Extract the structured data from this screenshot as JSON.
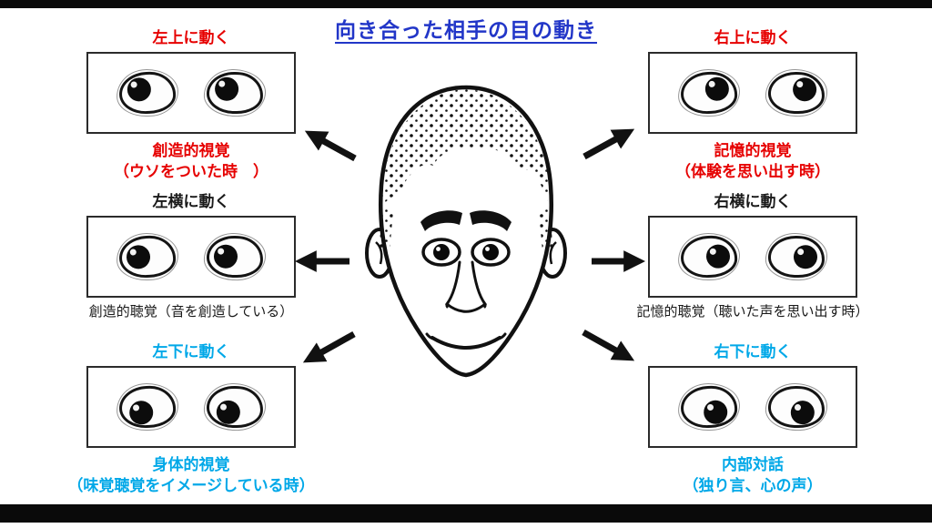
{
  "title": {
    "text": "向き合った相手の目の動き",
    "color": "#2236c8"
  },
  "colors": {
    "red": "#e60000",
    "black": "#1a1a1a",
    "cyan": "#00a8e8",
    "title_blue": "#2236c8",
    "line": "#111111"
  },
  "panels": [
    {
      "id": "upper-left",
      "direction_label": "左上に動く",
      "direction_color": "#e60000",
      "caption_lines": [
        "創造的視覚",
        "（ウソをついた時　）"
      ],
      "caption_color": "#e60000",
      "gaze": "left-up"
    },
    {
      "id": "middle-left",
      "direction_label": "左横に動く",
      "direction_color": "#1a1a1a",
      "caption_lines": [
        "創造的聴覚（音を創造している）"
      ],
      "caption_color": "#1a1a1a",
      "gaze": "left"
    },
    {
      "id": "lower-left",
      "direction_label": "左下に動く",
      "direction_color": "#00a8e8",
      "caption_lines": [
        "身体的視覚",
        "（味覚聴覚をイメージしている時）"
      ],
      "caption_color": "#00a8e8",
      "gaze": "left-down"
    },
    {
      "id": "upper-right",
      "direction_label": "右上に動く",
      "direction_color": "#e60000",
      "caption_lines": [
        "記憶的視覚",
        "（体験を思い出す時）"
      ],
      "caption_color": "#e60000",
      "gaze": "right-up"
    },
    {
      "id": "middle-right",
      "direction_label": "右横に動く",
      "direction_color": "#1a1a1a",
      "caption_lines": [
        "記憶的聴覚（聴いた声を思い出す時）"
      ],
      "caption_color": "#1a1a1a",
      "gaze": "right"
    },
    {
      "id": "lower-right",
      "direction_label": "右下に動く",
      "direction_color": "#00a8e8",
      "caption_lines": [
        "内部対話",
        "（独り言、心の声）"
      ],
      "caption_color": "#00a8e8",
      "gaze": "right-down"
    }
  ]
}
